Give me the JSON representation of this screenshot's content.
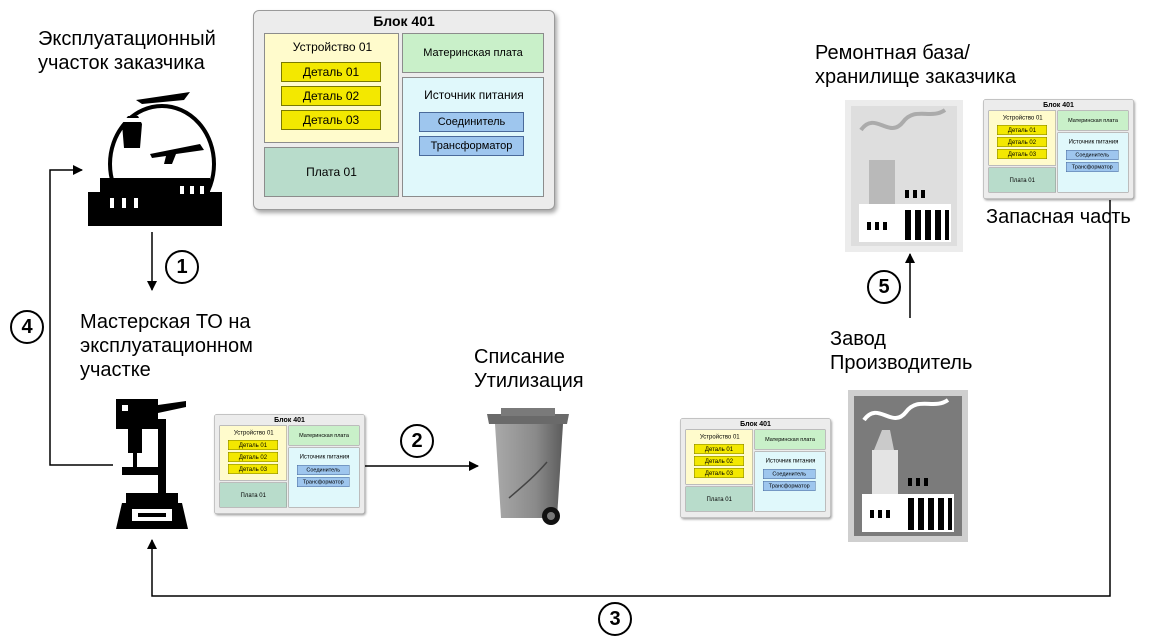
{
  "diagram": {
    "labels": {
      "customer_site": [
        "Эксплуатационный",
        "участок заказчика"
      ],
      "workshop": [
        "Мастерская ТО на",
        "эксплуатационном",
        "участке"
      ],
      "disposal": [
        "Списание",
        "Утилизация"
      ],
      "manufacturer": [
        "Завод",
        "Производитель"
      ],
      "repair_base": [
        "Ремонтная база/",
        "хранилище заказчика"
      ],
      "spare_part": "Запасная часть"
    },
    "steps": [
      "1",
      "2",
      "3",
      "4",
      "5"
    ],
    "block": {
      "title": "Блок 401",
      "device": "Устройство 01",
      "parts": [
        "Деталь 01",
        "Деталь 02",
        "Деталь 03"
      ],
      "board": "Плата 01",
      "motherboard": "Материнская плата",
      "power_supply": "Источник питания",
      "connector": "Соединитель",
      "transformer": "Трансформатор"
    },
    "colors": {
      "part_fill": "#f3e800",
      "device_fill": "#fffbcc",
      "motherboard_fill": "#c9f0c9",
      "power_fill": "#e0f8fb",
      "component_fill": "#9ec6ee",
      "board_fill": "#b8dccb"
    },
    "icons": [
      "airport-icon",
      "drill-press-icon",
      "trash-bin-icon",
      "factory-icon"
    ]
  }
}
